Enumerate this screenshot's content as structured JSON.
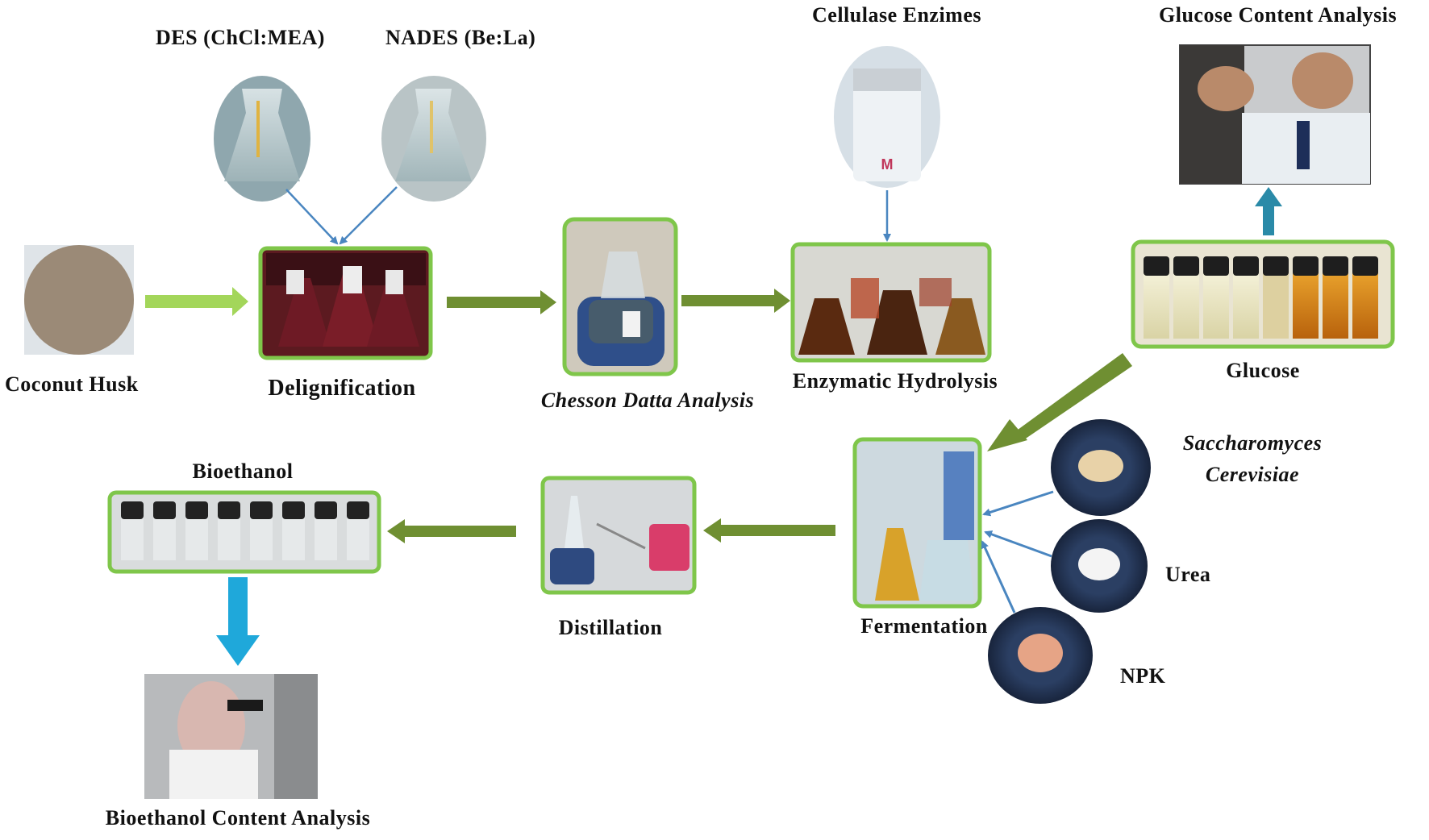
{
  "labels": {
    "des": "DES (ChCl:MEA)",
    "nades": "NADES (Be:La)",
    "cellulase": "Cellulase Enzimes",
    "glucose_content": "Glucose Content Analysis",
    "coconut_husk": "Coconut Husk",
    "delignification": "Delignification",
    "chesson": "Chesson Datta Analysis",
    "enzymatic": "Enzymatic Hydrolysis",
    "glucose": "Glucose",
    "saccharomyces_1": "Saccharomyces",
    "saccharomyces_2": "Cerevisiae",
    "urea": "Urea",
    "npk": "NPK",
    "fermentation": "Fermentation",
    "distillation": "Distillation",
    "bioethanol": "Bioethanol",
    "bioethanol_content": "Bioethanol Content Analysis"
  },
  "colors": {
    "frame_green": "#7fc64a",
    "arrow_olive": "#6f8f32",
    "arrow_light_green": "#a3d65a",
    "arrow_blue_thin": "#4a86c0",
    "arrow_teal": "#2a8aa8",
    "arrow_cyan": "#1fa8da"
  }
}
